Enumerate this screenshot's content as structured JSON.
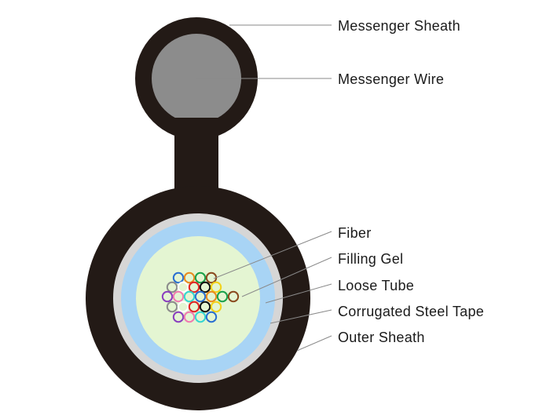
{
  "diagram": {
    "labels": {
      "messenger_sheath": "Messenger Sheath",
      "messenger_wire": "Messenger Wire",
      "fiber": "Fiber",
      "filling_gel": "Filling Gel",
      "loose_tube": "Loose Tube",
      "corrugated_steel_tape": "Corrugated Steel Tape",
      "outer_sheath": "Outer Sheath"
    },
    "colors": {
      "sheath": "#231a16",
      "messenger_wire": "#8c8c8c",
      "steel_tape": "#d6d6d6",
      "loose_tube": "#a8d4f5",
      "filling_gel": "#e4f5d2",
      "fiber_colors": [
        "#2a6fd1",
        "#e88a1f",
        "#1aa14a",
        "#8a4a1f",
        "#8c8c8c",
        "#ffffff",
        "#e02424",
        "#111111",
        "#f2d21a",
        "#8a3fbf",
        "#f07ab0",
        "#35d6d0"
      ]
    }
  }
}
